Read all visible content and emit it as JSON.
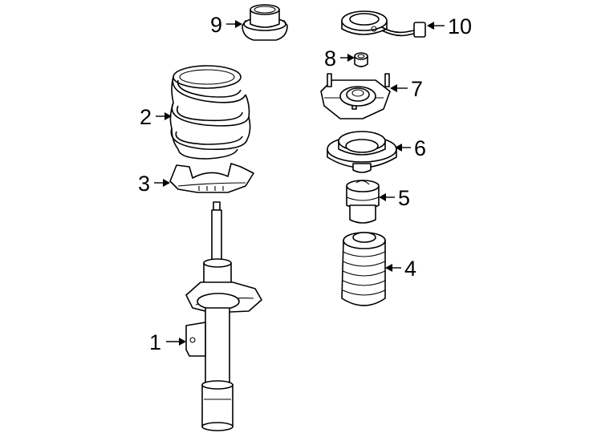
{
  "callouts": [
    {
      "id": "1",
      "label": "1"
    },
    {
      "id": "2",
      "label": "2"
    },
    {
      "id": "3",
      "label": "3"
    },
    {
      "id": "4",
      "label": "4"
    },
    {
      "id": "5",
      "label": "5"
    },
    {
      "id": "6",
      "label": "6"
    },
    {
      "id": "7",
      "label": "7"
    },
    {
      "id": "8",
      "label": "8"
    },
    {
      "id": "9",
      "label": "9"
    },
    {
      "id": "10",
      "label": "10"
    }
  ],
  "colors": {
    "ink": "#000000",
    "background": "#ffffff"
  }
}
